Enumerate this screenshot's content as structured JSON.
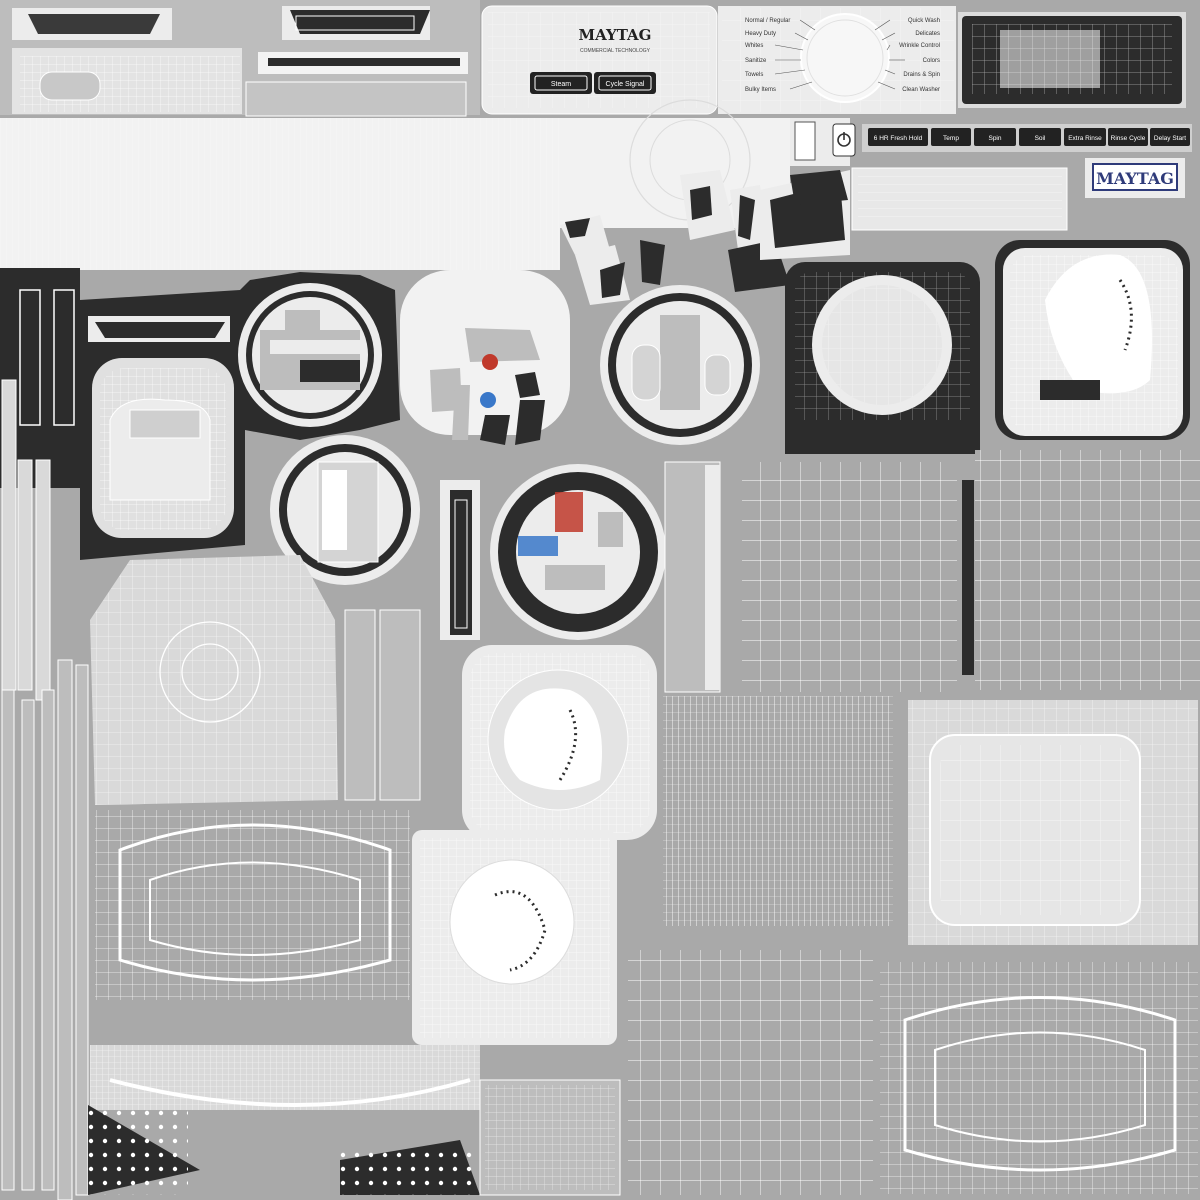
{
  "brand": {
    "logo_text": "MAYTAG",
    "subtitle": "COMMERCIAL TECHNOLOGY",
    "badge_text": "MAYTAG",
    "badge_color": "#2f3b7a"
  },
  "panel": {
    "buttons": {
      "steam": "Steam",
      "cycle_signal": "Cycle Signal"
    },
    "dial_left_labels": [
      "Normal / Regular",
      "Heavy Duty",
      "Whites",
      "Sanitize",
      "Towels",
      "Bulky Items"
    ],
    "dial_right_labels": [
      "Quick Wash",
      "Delicates",
      "Wrinkle Control",
      "Colors",
      "Drains & Spin",
      "Clean Washer"
    ],
    "option_buttons": [
      "6 HR Fresh Hold",
      "Temp",
      "Spin",
      "Soil",
      "Extra Rinse",
      "Rinse Cycle",
      "Delay Start"
    ]
  },
  "icons": {
    "power": "power-icon",
    "blue_badge": "blue-circle-icon",
    "red_badge": "red-circle-icon"
  },
  "colors": {
    "background": "#a9a9a9",
    "light_island": "#ededed",
    "dark_part": "#2c2c2c",
    "wire": "#ffffff",
    "accent_red": "#c0392b",
    "accent_blue": "#3a78c9"
  }
}
